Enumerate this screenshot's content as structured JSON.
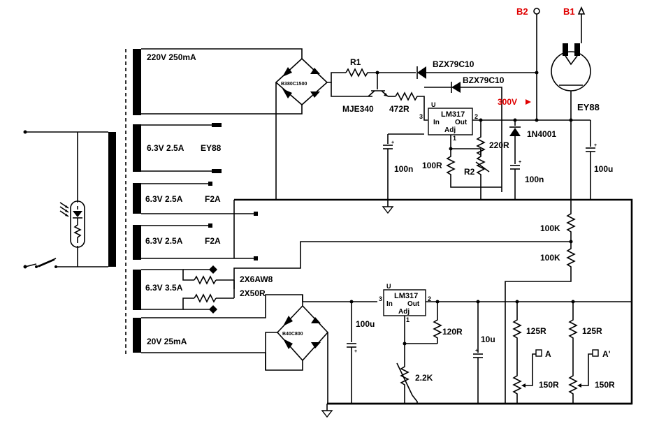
{
  "labels": {
    "b2": "B2",
    "b1": "B1",
    "t_220": "220V 250mA",
    "t_63a": "6.3V 2.5A",
    "ey88_sec": "EY88",
    "t_63b": "6.3V 2.5A",
    "f2a_1": "F2A",
    "t_63c": "6.3V 2.5A",
    "f2a_2": "F2A",
    "t_63d": "6.3V 3.5A",
    "t_20v": "20V 25mA",
    "bridge1": "B380C1500",
    "bridge2": "B40C800",
    "r1": "R1",
    "bzx1": "BZX79C10",
    "bzx2": "BZX79C10",
    "mje": "MJE340",
    "r472": "472R",
    "v300": "300V",
    "ey88_tube": "EY88",
    "lm_top": "LM317",
    "lm_bot": "LM317",
    "u_top": "U",
    "u_bot": "U",
    "in_top": "In",
    "out_top": "Out",
    "adj_top": "Adj",
    "in_bot": "In",
    "out_bot": "Out",
    "adj_bot": "Adj",
    "pin3_top": "3",
    "pin2_top": "2",
    "pin1_top": "1",
    "pin3_bot": "3",
    "pin2_bot": "2",
    "pin1_bot": "1",
    "d1n4001": "1N4001",
    "r220": "220R",
    "r100_top": "100R",
    "r2": "R2",
    "c100n_a": "100n",
    "c100n_b": "100n",
    "c100u_top": "100u",
    "r100k_a": "100K",
    "r100k_b": "100K",
    "w6aw8": "2X6AW8",
    "w50r": "2X50R",
    "c100u_bot": "100u",
    "r120": "120R",
    "c10u": "10u",
    "pot22k": "2.2K",
    "r125_a": "125R",
    "r125_b": "125R",
    "test_a": "A",
    "test_a2": "A'",
    "pot150_a": "150R",
    "pot150_b": "150R"
  },
  "colors": {
    "wire": "#000000",
    "accent": "#e00000",
    "background": "#ffffff"
  }
}
